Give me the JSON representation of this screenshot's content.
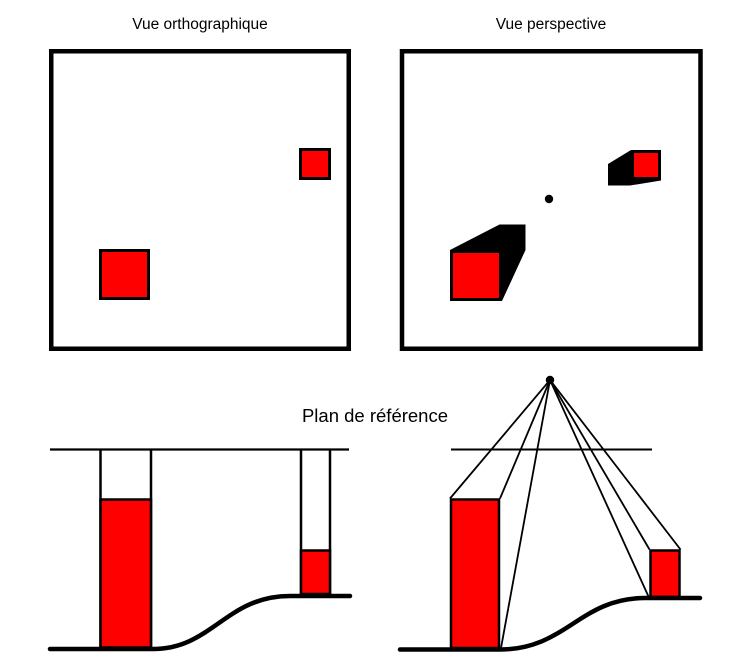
{
  "figure": {
    "top_left_panel": {
      "title": "Vue orthographique"
    },
    "top_right_panel": {
      "title": "Vue perspective"
    },
    "bottom_section": {
      "title": "Plan de référence"
    }
  },
  "colors": {
    "object_red": "#ff0000",
    "ink_black": "#000000",
    "background_white": "#ffffff"
  }
}
